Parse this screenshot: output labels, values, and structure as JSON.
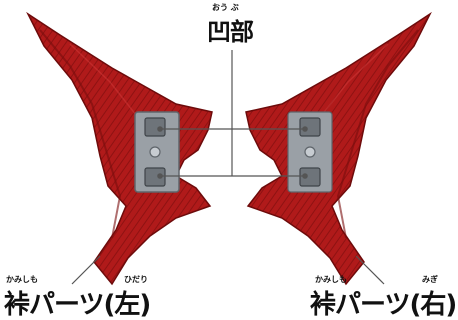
{
  "top_label": {
    "text": "凹部",
    "ruby": "おう ぶ"
  },
  "left_part": {
    "text": "裃パーツ(左)",
    "ruby_kamishimo": "かみしも",
    "ruby_side": "ひだり"
  },
  "right_part": {
    "text": "裃パーツ(右)",
    "ruby_kamishimo": "かみしも",
    "ruby_side": "みぎ"
  },
  "colors": {
    "part_fill": "#b01a1a",
    "part_dark": "#7a0d0d",
    "socket_fill": "#9aa0a6",
    "leader_line": "#555555"
  }
}
